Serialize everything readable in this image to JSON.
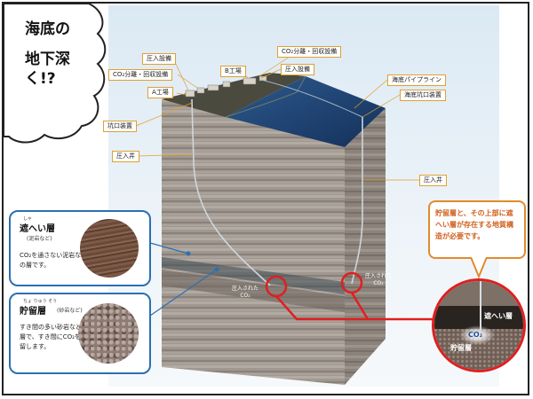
{
  "speech": {
    "lines": [
      "海底の",
      "地下深く!?"
    ]
  },
  "labels": {
    "injection_facility_1": "圧入設備",
    "co2_separation_1": "CO₂分離・回収設備",
    "plant_a": "A工場",
    "plant_b": "B工場",
    "co2_separation_2": "CO₂分離・回収設備",
    "injection_facility_2": "圧入設備",
    "seabed_pipeline": "海底パイプライン",
    "seabed_wellhead": "海底坑口装置",
    "wellhead": "坑口装置",
    "injection_well_left": "圧入井",
    "injection_well_right": "圧入井",
    "injected_co2_left": "圧入された CO₂",
    "injected_co2_right": "圧入された CO₂"
  },
  "caprock_panel": {
    "ruby": "しゃ",
    "title": "遮へい層",
    "subtitle": "(泥岩など)",
    "desc": "CO₂を通さない泥岩などの層です。"
  },
  "reservoir_panel": {
    "ruby": "ちょ りゅう そう",
    "title": "貯留層",
    "subtitle": "(砂岩など)",
    "desc": "すき間の多い砂岩などの層で、すき間にCO₂を貯留します。"
  },
  "callout": {
    "text": "貯留層と、その上部に遮へい層が存在する地質構造が必要です。"
  },
  "zoom": {
    "caprock": "遮へい層",
    "co2": "CO₂",
    "reservoir": "貯留層"
  },
  "colors": {
    "panel_border": "#2c6fb3",
    "callout_border": "#e38a2c",
    "connector": "#e01f1f",
    "sea": "#1e3f6e",
    "rock": "#9c948b"
  }
}
